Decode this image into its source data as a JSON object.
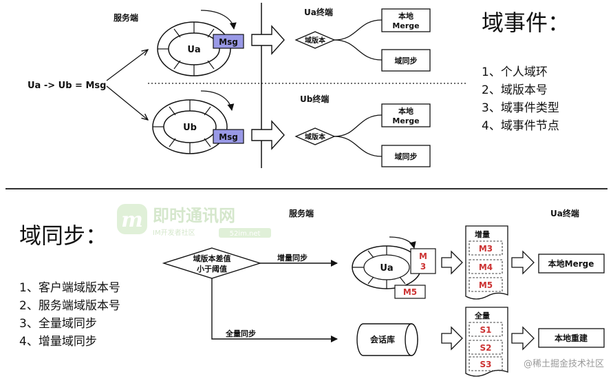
{
  "top": {
    "server_label": "服务端",
    "ua_term_label": "Ua终端",
    "ub_term_label": "Ub终端",
    "msg_expr": "Ua -> Ub = Msg",
    "ring_ua": "Ua",
    "ring_ub": "Ub",
    "msg_tag": "Msg",
    "diamond": "域版本",
    "box_local_merge_line1": "本地",
    "box_local_merge_line2": "Merge",
    "box_domain_sync": "域同步",
    "event_title": "域事件：",
    "event_items": [
      "1、个人域环",
      "2、域版本号",
      "3、域事件类型",
      "4、域事件节点"
    ]
  },
  "bottom": {
    "sync_title": "域同步：",
    "sync_items": [
      "1、客户端域版本号",
      "2、服务端域版本号",
      "3、全量域同步",
      "4、增量域同步"
    ],
    "server_label": "服务端",
    "ua_term_label": "Ua终端",
    "diamond_line1": "域版本差值",
    "diamond_line2": "小于阈值",
    "incr_label": "增量同步",
    "full_label": "全量同步",
    "ring_ua": "Ua",
    "m3_tag_line1": "M",
    "m3_tag_line2": "3",
    "m5_tag": "M5",
    "db_label": "会话库",
    "incr_doc_title": "增量",
    "incr_items": [
      "M3",
      "M4",
      "M5"
    ],
    "full_doc_title": "全量",
    "full_items": [
      "S1",
      "S2",
      "S3"
    ],
    "box_local_merge": "本地Merge",
    "box_local_rebuild": "本地重建"
  },
  "watermarks": {
    "brand_logo_letter": "m",
    "brand_name": "即时通讯网",
    "brand_sub": "IM开发者社区",
    "brand_url": "52im.net",
    "corner": "@稀土掘金技术社区"
  },
  "colors": {
    "msg_fill": "#9999e6",
    "tag_red": "#cc3333",
    "line": "#111111",
    "watermark": "#cfe5c4"
  }
}
